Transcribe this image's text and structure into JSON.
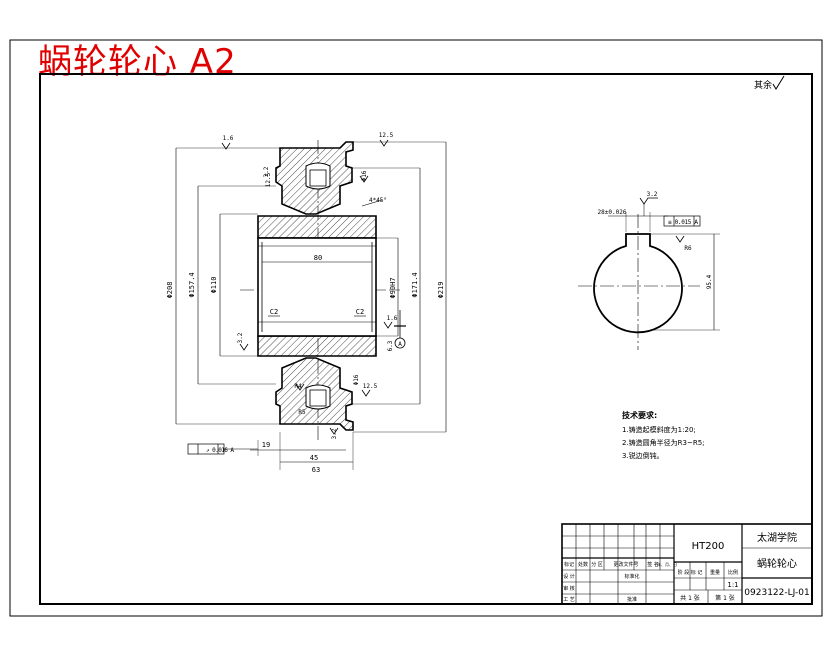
{
  "drawing_title": "蜗轮轮心 A2",
  "surface_note": "其余",
  "dimensions": {
    "d_outer": "Φ208",
    "d_rim": "Φ157.4",
    "d_bore_left": "Φ110",
    "d_hub_right": "Φ171.4",
    "d_flange": "Φ219",
    "d_bore": "Φ90H7",
    "width_total": "45",
    "width_base": "63",
    "offset": "19",
    "hub_len": "80",
    "chamfer_left": "C2",
    "chamfer_right": "C2",
    "chamfer_top": "4*45°",
    "r_small": "R4",
    "r_groove": "R5",
    "dim_left_small": "3.2",
    "dim_hole": "Φ16",
    "keyway_width": "28±0.026",
    "keyway_height": "95.4",
    "dim_r6": "R6",
    "dim_6": "6.3"
  },
  "roughness": {
    "top_left": "1.6",
    "top_right": "12.5",
    "r1": "12.5",
    "r2": "1.6",
    "r3": "3.2",
    "r4": "1.6",
    "r5": "3.2",
    "r6": "3.2",
    "key_top": "3.2"
  },
  "tolerances": {
    "runout": "↗ 0.016 A",
    "symmetry": "≡ 0.015 A",
    "datum": "A"
  },
  "tech_req": {
    "heading": "技术要求:",
    "items": [
      "1.铸造起模斜度为1:20;",
      "2.铸造圆角半径为R3~R5;",
      "3.锐边倒钝。"
    ]
  },
  "title_block": {
    "material": "HT200",
    "school": "太湖学院",
    "part_name": "蜗轮轮心",
    "drawing_no": "0923122-LJ-01",
    "scale": "1:1",
    "sheet_total": "共 1 张",
    "sheet_no": "第 1 张",
    "col_labels": [
      "阶 段 标 记",
      "重量",
      "比例"
    ],
    "row_labels": [
      "标记",
      "处数",
      "分 区",
      "更改文件号",
      "签 名",
      "年、月、日"
    ],
    "left_labels": [
      "设 计",
      "审 核",
      "工 艺"
    ],
    "mid_labels": [
      "标准化",
      "批准"
    ]
  }
}
